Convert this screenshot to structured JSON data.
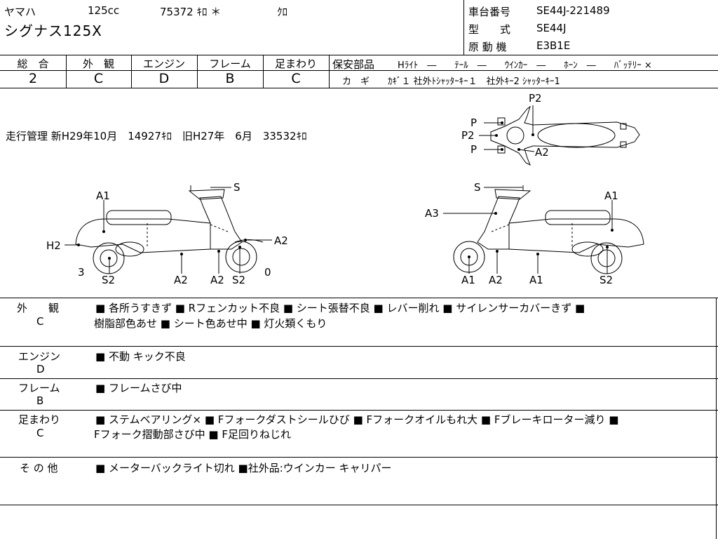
{
  "header": {
    "maker": "ヤマハ",
    "cc": "125cc",
    "lot": "75372 ｷﾛ ＊",
    "color": "ｸﾛ",
    "model_name": "シグナス125X",
    "frame_label": "車台番号",
    "frame_no": "SE44J-221489",
    "type_label": "型　　式",
    "type_no": "SE44J",
    "engine_label": "原 動 機",
    "engine_no": "E3B1E"
  },
  "grades": {
    "overall_label": "総　合",
    "overall": "2",
    "exterior_label": "外　観",
    "exterior": "C",
    "engine_label": "エンジン",
    "engine": "D",
    "frame_label": "フレーム",
    "frame": "B",
    "chassis_label": "足まわり",
    "chassis": "C"
  },
  "safety": {
    "label": "保安部品",
    "row1": "Hﾗｲﾄ　―　　ﾃｰﾙ　―　　ｳｲﾝｶｰ　―　　ﾎｰﾝ　―　　ﾊﾞｯﾃﾘｰ ×",
    "row2": "カ　ギ　　ｶｷﾞ１ 社外ﾄｼｬｯﾀｰｷｰ１　社外ｷｰ2 ｼｬｯﾀｰｷｰ1"
  },
  "mileage": "走行管理 新H29年10月　14927ｷﾛ　旧H27年　6月　33532ｷﾛ",
  "diagram_labels": {
    "top_p2_a": "P2",
    "top_p": "P",
    "top_p2": "P2",
    "top_p_b": "P",
    "top_a2": "A2",
    "l_a1": "A1",
    "l_s": "S",
    "l_h2": "H2",
    "l_a2_front": "A2",
    "l_3": "3",
    "l_0": "0",
    "l_s2_rear": "S2",
    "l_a2_bottom": "A2",
    "l_a2_bottom2": "A2",
    "l_s2_front": "S2",
    "r_s": "S",
    "r_a1": "A1",
    "r_a3": "A3",
    "r_a1_bottom": "A1",
    "r_a2_bottom": "A2",
    "r_a1_bottom2": "A1",
    "r_s2": "S2"
  },
  "remarks": {
    "exterior": {
      "label": "外　　観",
      "grade": "C",
      "line1": "■ 各所うすきず ■ Rフェンカット不良 ■ シート張替不良 ■ レバー削れ ■ サイレンサーカバーきず ■",
      "line2": "樹脂部色あせ ■ シート色あせ中 ■ 灯火類くもり"
    },
    "engine": {
      "label": "エンジン",
      "grade": "D",
      "line1": "■ 不動 キック不良"
    },
    "frame": {
      "label": "フレーム",
      "grade": "B",
      "line1": "■ フレームさび中"
    },
    "chassis": {
      "label": "足まわり",
      "grade": "C",
      "line1": "■ ステムベアリング× ■ Fフォークダストシールひび ■ Fフォークオイルもれ大 ■ Fブレーキローター減り ■",
      "line2": "Fフォーク摺動部さび中 ■ F足回りねじれ"
    },
    "other": {
      "label": "そ の 他",
      "line1": "■ メーターバックライト切れ ■社外品:ウインカー キャリパー"
    }
  }
}
